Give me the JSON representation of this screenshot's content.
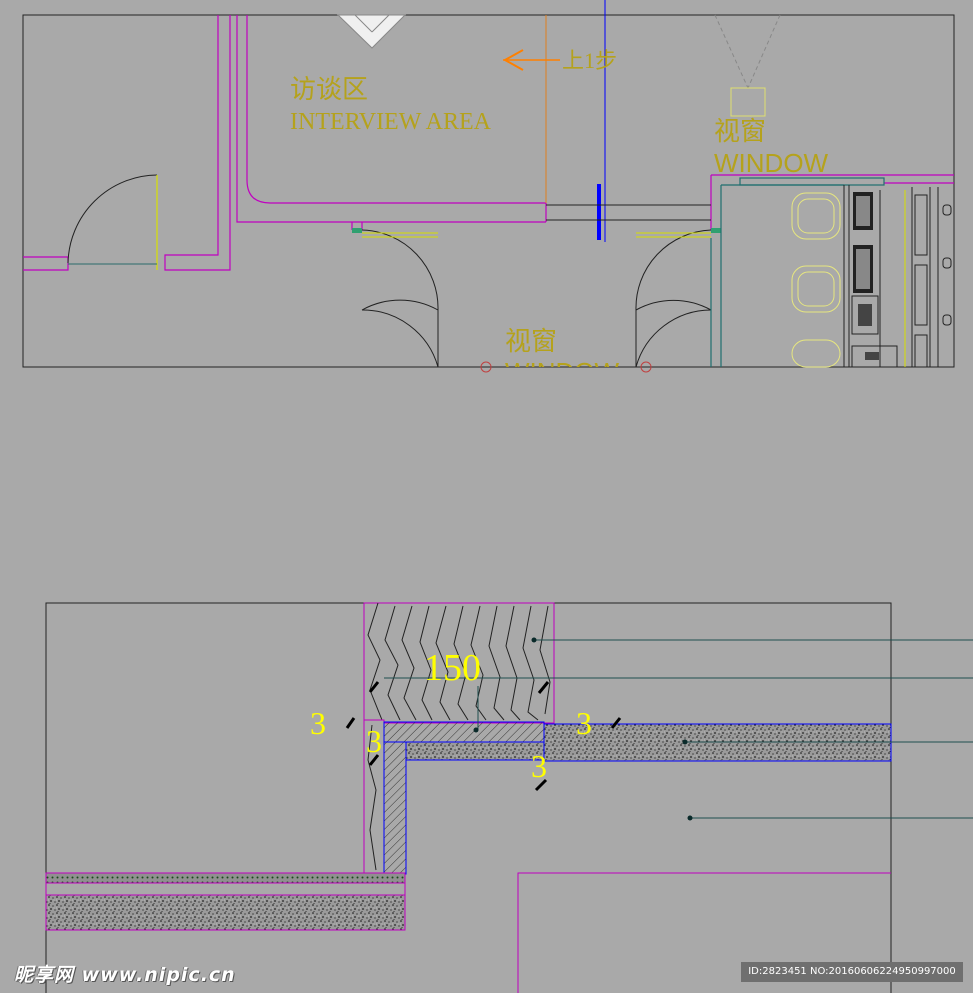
{
  "plan": {
    "interview_area_cn": "访谈区",
    "interview_area_en": "INTERVIEW AREA",
    "step_note": "上1步",
    "window_cn_top": "视窗",
    "window_en_top": "WINDOW",
    "window_cn_bottom": "视窗",
    "window_en_bottom": "WINDOW"
  },
  "section": {
    "dim_width": "150",
    "dim_left": "3",
    "dim_mid": "3",
    "dim_right": "3",
    "dim_low": "3"
  },
  "watermark": {
    "logo": "昵享网 www.nipic.cn",
    "id": "ID:2823451 NO:20160606224950997000"
  },
  "colors": {
    "background": "#a9a9a9",
    "magenta": "#c000c0",
    "text_olive": "#b5a21c",
    "dimension_yellow": "#ffff00",
    "orange_arrow": "#ff8000",
    "blue_line": "#0000ff",
    "teal": "#1f6f6f"
  }
}
